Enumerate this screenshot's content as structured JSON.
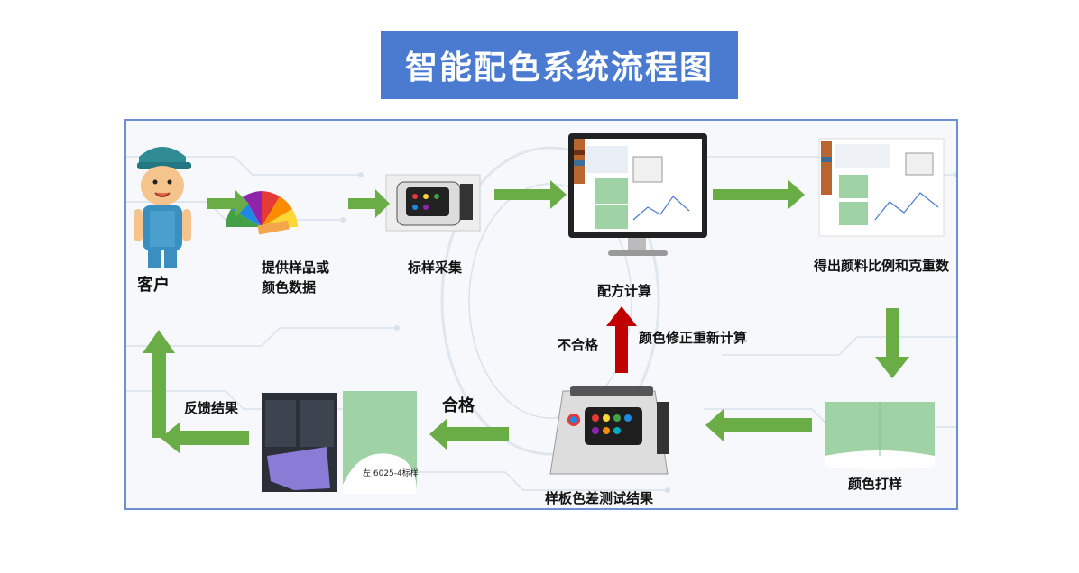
{
  "title": "智能配色系统流程图",
  "colors": {
    "title_bg": "#4a7bd0",
    "arrow_green": "#6aac46",
    "arrow_red": "#c00000",
    "frame_border": "#6c8fd6"
  },
  "nodes": {
    "customer": "客户",
    "provide_sample": "提供样品或颜色数据",
    "sample_collect": "标样采集",
    "formula_calc": "配方计算",
    "pigment_ratio": "得出颜料比例和克重数",
    "color_proof": "颜色打样",
    "plate_test": "样板色差测试结果",
    "feedback": "反馈结果"
  },
  "edge_labels": {
    "fail": "不合格",
    "recalc": "颜色修正重新计算",
    "pass": "合格"
  },
  "screen_snippets": {
    "pass_note": "左 6025-4标样"
  }
}
